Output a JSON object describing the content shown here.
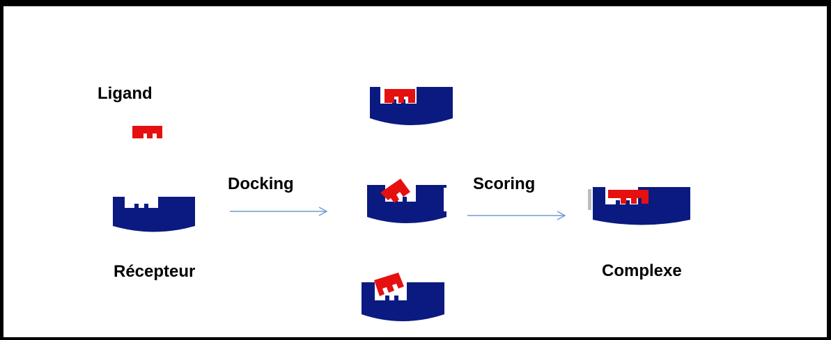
{
  "labels": {
    "ligand": "Ligand",
    "receptor": "Récepteur",
    "docking": "Docking",
    "scoring": "Scoring",
    "complex": "Complexe"
  },
  "colors": {
    "receptor": "#0b1a80",
    "ligand": "#e61010",
    "arrow": "#6f9bd1",
    "frame": "#000000"
  },
  "icons": [
    "receptor-shape",
    "ligand-shape",
    "arrow-right"
  ]
}
